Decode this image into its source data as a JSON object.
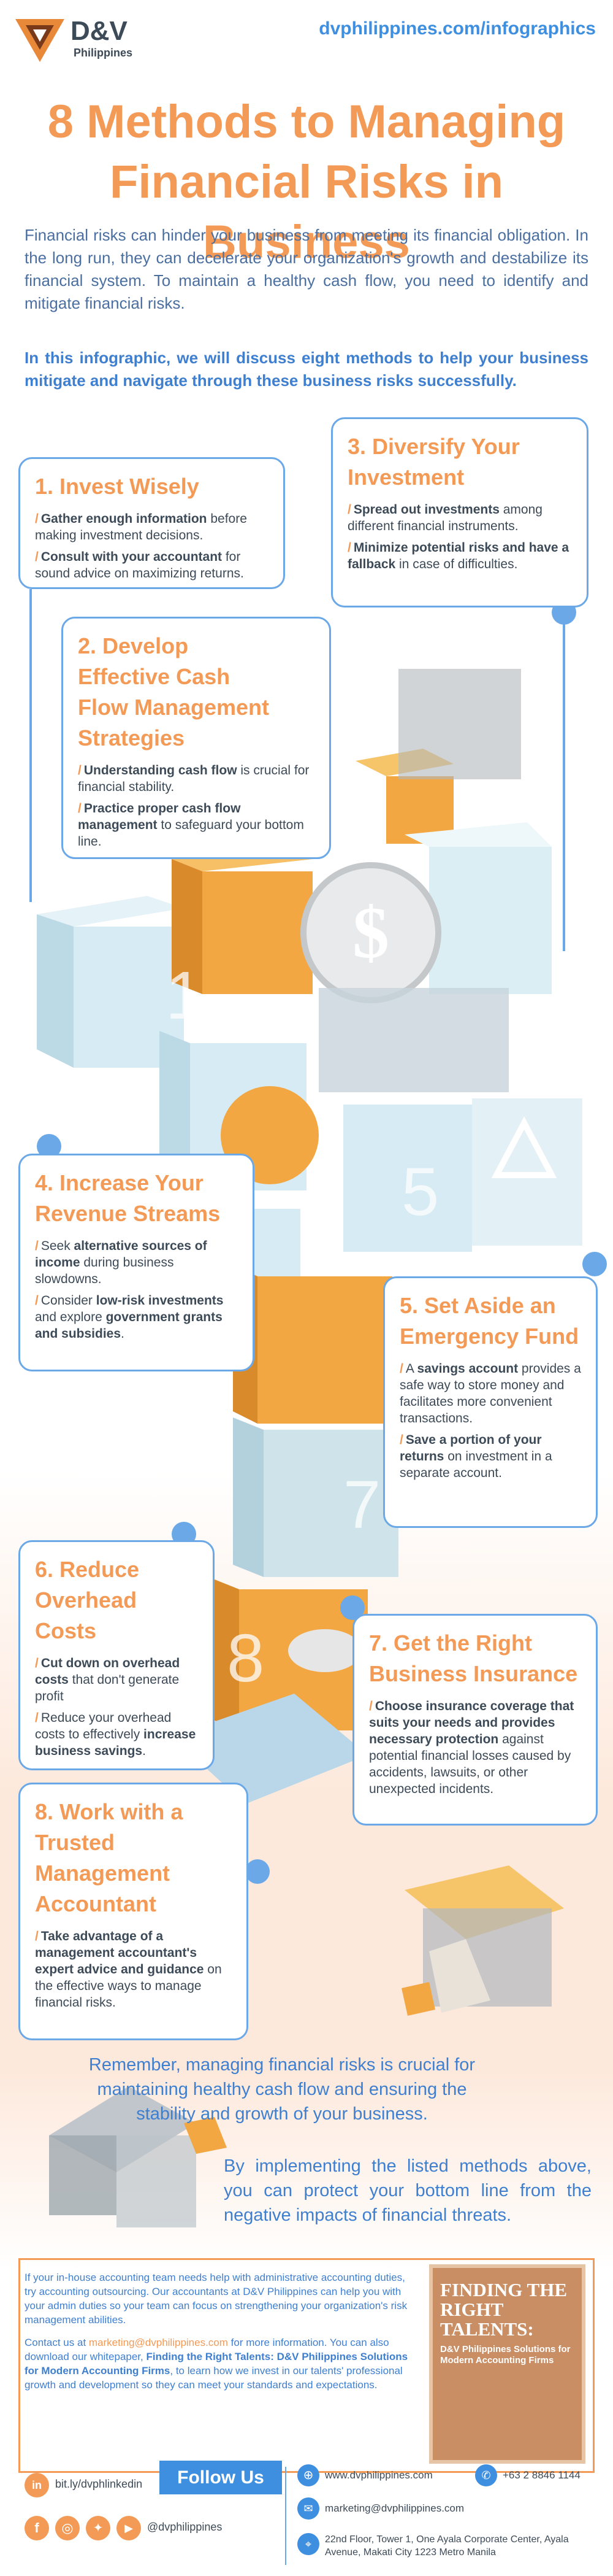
{
  "header": {
    "brand_name": "D&V",
    "brand_sub": "Philippines",
    "url": "dvphilippines.com/infographics"
  },
  "title_line1": "8 Methods to Managing",
  "title_line2": "Financial Risks in Business",
  "intro": {
    "p1": "Financial risks can hinder your business from meeting its financial obligation. In the long run, they can decelerate your organization's growth and destabilize its financial system. To maintain a healthy cash flow, you need to identify and mitigate financial risks.",
    "p2": "In this infographic, we will discuss eight methods to help your business mitigate and navigate through these business risks successfully."
  },
  "methods": {
    "m1": {
      "title": "1. Invest Wisely",
      "b1_bold": "Gather enough information",
      "b1_rest": " before making investment decisions.",
      "b2_bold": "Consult with your accountant",
      "b2_rest": " for sound advice on maximizing returns."
    },
    "m2": {
      "title": "2. Develop Effective Cash Flow Management Strategies",
      "b1_bold": "Understanding cash flow",
      "b1_rest": " is crucial for financial stability.",
      "b2_bold": "Practice proper cash flow management",
      "b2_rest": " to safeguard your bottom line."
    },
    "m3": {
      "title": "3. Diversify Your Investment",
      "b1_bold": "Spread out investments",
      "b1_rest": " among different financial instruments.",
      "b2_bold": "Minimize potential risks and have a fallback",
      "b2_rest": " in case of difficulties."
    },
    "m4": {
      "title": "4. Increase Your Revenue Streams",
      "b1_pre": "Seek ",
      "b1_bold": "alternative sources of income",
      "b1_rest": " during business slowdowns.",
      "b2_pre": "Consider ",
      "b2_bold": "low-risk investments",
      "b2_mid": " and explore ",
      "b2_bold2": "government grants and subsidies",
      "b2_rest": "."
    },
    "m5": {
      "title": "5. Set Aside an Emergency Fund",
      "b1_pre": "A ",
      "b1_bold": "savings account",
      "b1_rest": " provides a safe way to store money and facilitates more convenient transactions.",
      "b2_bold": "Save a portion of your returns",
      "b2_rest": " on investment in a separate account."
    },
    "m6": {
      "title": "6. Reduce Overhead Costs",
      "b1_bold": "Cut down on overhead costs",
      "b1_rest": " that don't generate profit",
      "b2_pre": "Reduce your overhead costs to effectively ",
      "b2_bold": "increase business savings",
      "b2_rest": "."
    },
    "m7": {
      "title": "7. Get the Right Business Insurance",
      "b1_bold": "Choose insurance coverage that suits your needs and provides necessary protection",
      "b1_rest": " against potential financial losses caused by accidents, lawsuits, or other unexpected incidents."
    },
    "m8": {
      "title": "8. Work with a Trusted Management Accountant",
      "b1_bold": "Take advantage of a management accountant's expert advice and guidance",
      "b1_rest": " on the effective ways to manage financial risks."
    }
  },
  "blocks": {
    "n1": "1",
    "n5": "5",
    "n7": "7",
    "n8": "8"
  },
  "closing": {
    "p1": "Remember, managing financial risks is crucial for maintaining healthy cash flow and ensuring the stability and growth of your business.",
    "p2": "By implementing the listed methods above, you can protect your bottom line from the negative impacts of financial threats."
  },
  "footer": {
    "p1": "If your in-house accounting team needs help with administrative accounting duties, try accounting outsourcing. Our accountants at D&V Philippines can help you with your admin duties so your team can focus on strengthening your organization's risk management abilities.",
    "p2_pre": "Contact us at ",
    "p2_email": "marketing@dvphilippines.com",
    "p2_mid": " for more information. You can also download our whitepaper, ",
    "p2_bold": "Finding the Right Talents: D&V Philippines Solutions for Modern Accounting Firms",
    "p2_rest": ", to learn how we invest in our talents' professional growth and development so they can meet your standards and expectations.",
    "book_title": "FINDING THE RIGHT TALENTS:",
    "book_sub": "D&V Philippines Solutions for Modern Accounting Firms",
    "follow": "Follow Us",
    "linkedin": "bit.ly/dvphlinkedin",
    "social_handle": "@dvphilippines",
    "website": "www.dvphilippines.com",
    "phone": "+63 2 8846 1144",
    "email": "marketing@dvphilippines.com",
    "address": "22nd Floor, Tower 1, One Ayala Corporate Center, Ayala Avenue, Makati City 1223 Metro Manila"
  },
  "colors": {
    "orange": "#f39a57",
    "blue": "#3f7fd0",
    "light_blue": "#6aa8e8",
    "block_blue": "#cfe6f0",
    "block_orange": "#f2a742"
  }
}
